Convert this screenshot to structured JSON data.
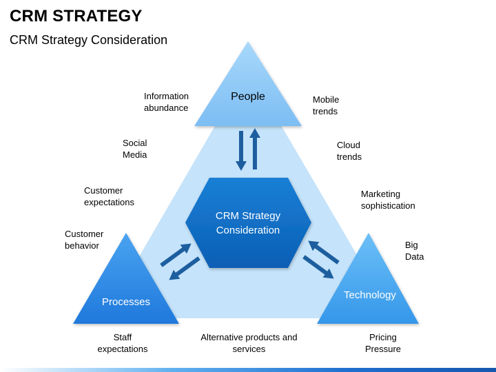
{
  "header": {
    "title": "CRM STRATEGY",
    "subtitle": "CRM Strategy Consideration"
  },
  "diagram": {
    "center": "CRM Strategy Consideration",
    "nodes": {
      "people": "People",
      "processes": "Processes",
      "technology": "Technology"
    },
    "left_labels": [
      "Information abundance",
      "Social Media",
      "Customer expectations",
      "Customer behavior"
    ],
    "right_labels": [
      "Mobile trends",
      "Cloud trends",
      "Marketing sophistication",
      "Big Data"
    ],
    "bottom_labels": [
      "Staff expectations",
      "Alternative products and services",
      "Pricing Pressure"
    ]
  },
  "colors": {
    "big_triangle": "#c5e3fa",
    "people_triangle": "#8dcaf7",
    "processes_triangle": "#2b8ae6",
    "technology_triangle": "#4aaaf2",
    "hexagon": "#0d6ec9",
    "arrows": "#1d5e9e"
  }
}
